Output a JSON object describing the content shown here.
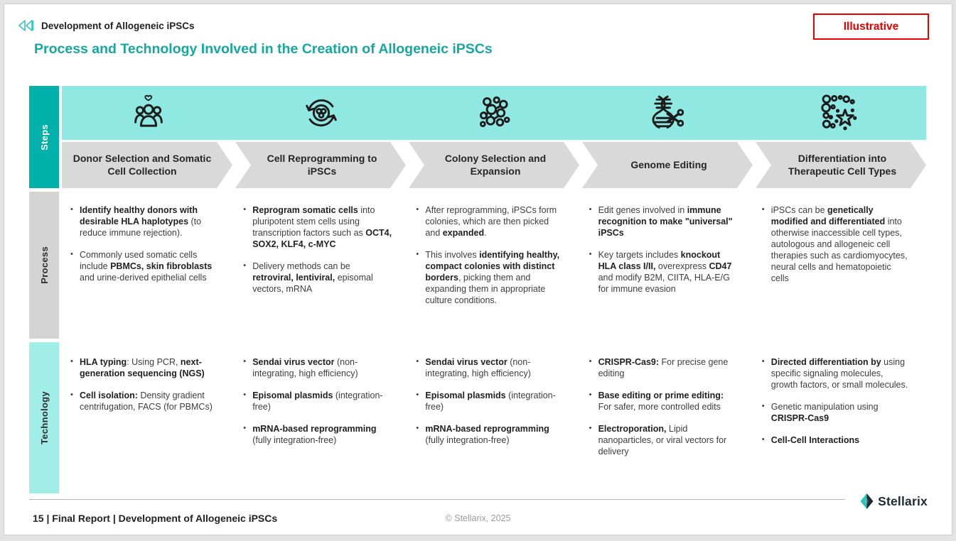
{
  "header": {
    "breadcrumb": "Development of Allogeneic iPSCs",
    "title": "Process and Technology Involved in the Creation of Allogeneic iPSCs",
    "badge": "Illustrative"
  },
  "rows": {
    "steps_label": "Steps",
    "process_label": "Process",
    "technology_label": "Technology"
  },
  "colors": {
    "accent_teal": "#00b0ab",
    "light_teal_band": "#8fe9e2",
    "technology_rail_teal": "#a1eee8",
    "chevron_gray": "#d9d9d9",
    "process_rail_gray": "#d4d4d4",
    "title_teal": "#17a7a1",
    "badge_red": "#e60000"
  },
  "columns": [
    {
      "icon": "donor-group-heart-icon",
      "step": "Donor Selection and Somatic Cell Collection",
      "process": [
        {
          "segments": [
            {
              "text": "Identify healthy donors with desirable HLA haplotypes",
              "bold": true
            },
            {
              "text": " (to reduce immune rejection).",
              "bold": false
            }
          ]
        },
        {
          "segments": [
            {
              "text": "Commonly used somatic cells include ",
              "bold": false
            },
            {
              "text": "PBMCs, skin fibroblasts",
              "bold": true
            },
            {
              "text": " and urine-derived epithelial cells",
              "bold": false
            }
          ]
        }
      ],
      "technology": [
        {
          "segments": [
            {
              "text": "HLA typing",
              "bold": true
            },
            {
              "text": ": Using PCR, ",
              "bold": false
            },
            {
              "text": "next-generation sequencing (NGS)",
              "bold": true
            }
          ]
        },
        {
          "segments": [
            {
              "text": "Cell isolation:",
              "bold": true
            },
            {
              "text": " Density gradient centrifugation, FACS (for PBMCs)",
              "bold": false
            }
          ]
        }
      ]
    },
    {
      "icon": "cell-reprogramming-cycle-icon",
      "step": "Cell Reprogramming to iPSCs",
      "process": [
        {
          "segments": [
            {
              "text": "Reprogram somatic cells",
              "bold": true
            },
            {
              "text": " into pluripotent stem cells using transcription factors such as ",
              "bold": false
            },
            {
              "text": "OCT4, SOX2, KLF4, c-MYC",
              "bold": true
            }
          ]
        },
        {
          "segments": [
            {
              "text": "Delivery methods can be ",
              "bold": false
            },
            {
              "text": "retroviral, lentiviral,",
              "bold": true
            },
            {
              "text": " episomal vectors, mRNA",
              "bold": false
            }
          ]
        }
      ],
      "technology": [
        {
          "segments": [
            {
              "text": "Sendai virus vector",
              "bold": true
            },
            {
              "text": " (non-integrating, high efficiency)",
              "bold": false
            }
          ]
        },
        {
          "segments": [
            {
              "text": "Episomal plasmids",
              "bold": true
            },
            {
              "text": " (integration-free)",
              "bold": false
            }
          ]
        },
        {
          "segments": [
            {
              "text": "mRNA-based reprogramming",
              "bold": true
            },
            {
              "text": " (fully integration-free)",
              "bold": false
            }
          ]
        }
      ]
    },
    {
      "icon": "colony-cluster-icon",
      "step": "Colony Selection and Expansion",
      "process": [
        {
          "segments": [
            {
              "text": "After reprogramming, iPSCs form colonies, which are then picked and ",
              "bold": false
            },
            {
              "text": "expanded",
              "bold": true
            },
            {
              "text": ".",
              "bold": false
            }
          ]
        },
        {
          "segments": [
            {
              "text": "This involves ",
              "bold": false
            },
            {
              "text": "identifying healthy, compact colonies with distinct borders",
              "bold": true
            },
            {
              "text": ", picking them and expanding them in appropriate culture conditions.",
              "bold": false
            }
          ]
        }
      ],
      "technology": [
        {
          "segments": [
            {
              "text": "Sendai virus vector",
              "bold": true
            },
            {
              "text": " (non-integrating, high efficiency)",
              "bold": false
            }
          ]
        },
        {
          "segments": [
            {
              "text": "Episomal plasmids",
              "bold": true
            },
            {
              "text": " (integration-free)",
              "bold": false
            }
          ]
        },
        {
          "segments": [
            {
              "text": "mRNA-based reprogramming",
              "bold": true
            },
            {
              "text": " (fully integration-free)",
              "bold": false
            }
          ]
        }
      ]
    },
    {
      "icon": "genome-editing-dna-scissors-icon",
      "step": "Genome Editing",
      "process": [
        {
          "segments": [
            {
              "text": "Edit genes involved in ",
              "bold": false
            },
            {
              "text": "immune recognition to make \"universal\" iPSCs",
              "bold": true
            }
          ]
        },
        {
          "segments": [
            {
              "text": "Key targets includes ",
              "bold": false
            },
            {
              "text": "knockout HLA class I/II,",
              "bold": true
            },
            {
              "text": " overexpress ",
              "bold": false
            },
            {
              "text": "CD47",
              "bold": true
            },
            {
              "text": " and modify B2M, CIITA, HLA-E/G for immune evasion",
              "bold": false
            }
          ]
        }
      ],
      "technology": [
        {
          "segments": [
            {
              "text": "CRISPR-Cas9:",
              "bold": true
            },
            {
              "text": " For precise gene editing",
              "bold": false
            }
          ]
        },
        {
          "segments": [
            {
              "text": "Base editing or prime editing:",
              "bold": true
            },
            {
              "text": " For safer, more controlled edits",
              "bold": false
            }
          ]
        },
        {
          "segments": [
            {
              "text": "Electroporation,",
              "bold": true
            },
            {
              "text": " Lipid nanoparticles, or viral vectors for delivery",
              "bold": false
            }
          ]
        }
      ]
    },
    {
      "icon": "differentiation-cells-star-icon",
      "step": "Differentiation into Therapeutic Cell Types",
      "process": [
        {
          "segments": [
            {
              "text": "iPSCs can be ",
              "bold": false
            },
            {
              "text": "genetically modified and differentiated",
              "bold": true
            },
            {
              "text": " into otherwise inaccessible cell types, autologous and allogeneic cell therapies such as cardiomyocytes, neural cells and hematopoietic cells",
              "bold": false
            }
          ]
        }
      ],
      "technology": [
        {
          "segments": [
            {
              "text": "Directed differentiation by",
              "bold": true
            },
            {
              "text": " using specific signaling molecules, growth factors, or small molecules.",
              "bold": false
            }
          ]
        },
        {
          "segments": [
            {
              "text": "Genetic manipulation using ",
              "bold": false
            },
            {
              "text": "CRISPR-Cas9",
              "bold": true
            }
          ]
        },
        {
          "segments": [
            {
              "text": "Cell-Cell Interactions",
              "bold": true
            }
          ]
        }
      ]
    }
  ],
  "footer": {
    "left": "15 | Final Report | Development of Allogeneic iPSCs",
    "center": "© Stellarix, 2025",
    "logo_text": "Stellarix"
  }
}
